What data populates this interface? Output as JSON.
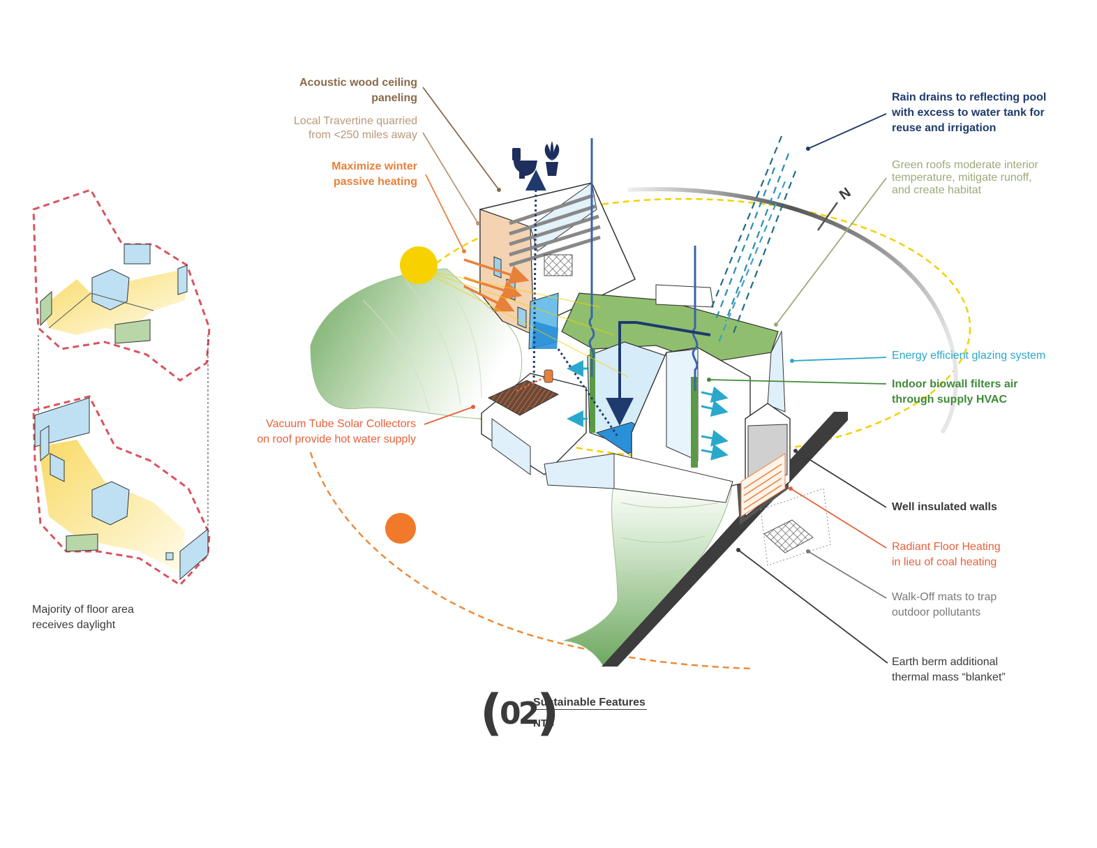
{
  "colors": {
    "brown": "#8a6a4a",
    "tan": "#b8987a",
    "orange": "#e8803a",
    "navy": "#1e3a6e",
    "sage": "#9aab78",
    "cyan": "#2aa8cc",
    "green": "#3f8a3a",
    "dark_gray": "#3a3a3a",
    "red_orange": "#e8603a",
    "gray": "#7a7a7a",
    "sun_yellow": "#f7d200",
    "sun_orange": "#f07a2a",
    "dashed_red": "#d9535f"
  },
  "annotations": {
    "acoustic": {
      "lines": [
        "Acoustic wood ceiling",
        "paneling"
      ]
    },
    "travertine": {
      "lines": [
        "Local Travertine quarried",
        "from <250 miles away"
      ]
    },
    "winter_heating": {
      "lines": [
        "Maximize winter",
        "passive heating"
      ]
    },
    "solar_collectors": {
      "lines": [
        "Vacuum Tube Solar Collectors",
        "on roof provide hot water supply"
      ]
    },
    "rain_drains": {
      "lines": [
        "Rain drains to reflecting pool",
        "with excess to water tank for",
        "reuse and irrigation"
      ]
    },
    "green_roofs": {
      "lines": [
        "Green roofs moderate interior",
        "temperature, mitigate runoff,",
        "and create habitat"
      ]
    },
    "glazing": {
      "lines": [
        "Energy efficient glazing system"
      ]
    },
    "biowall": {
      "lines": [
        "Indoor biowall filters air",
        "through supply HVAC"
      ]
    },
    "insulated": {
      "lines": [
        "Well insulated walls"
      ]
    },
    "radiant": {
      "lines": [
        "Radiant Floor Heating",
        "in lieu of coal heating"
      ]
    },
    "walkoff": {
      "lines": [
        "Walk-Off mats to trap",
        "outdoor pollutants"
      ]
    },
    "earth_berm": {
      "lines": [
        "Earth berm additional",
        "thermal mass “blanket”"
      ]
    },
    "daylight": {
      "lines": [
        "Majority of floor area",
        "receives daylight"
      ]
    }
  },
  "compass_label": "N",
  "title_block": {
    "number": "02",
    "title": "Sustainable Features",
    "scale": "NTS"
  },
  "icons": [
    "toilet-icon",
    "plant-icon",
    "sun-summer-icon",
    "sun-winter-icon"
  ]
}
